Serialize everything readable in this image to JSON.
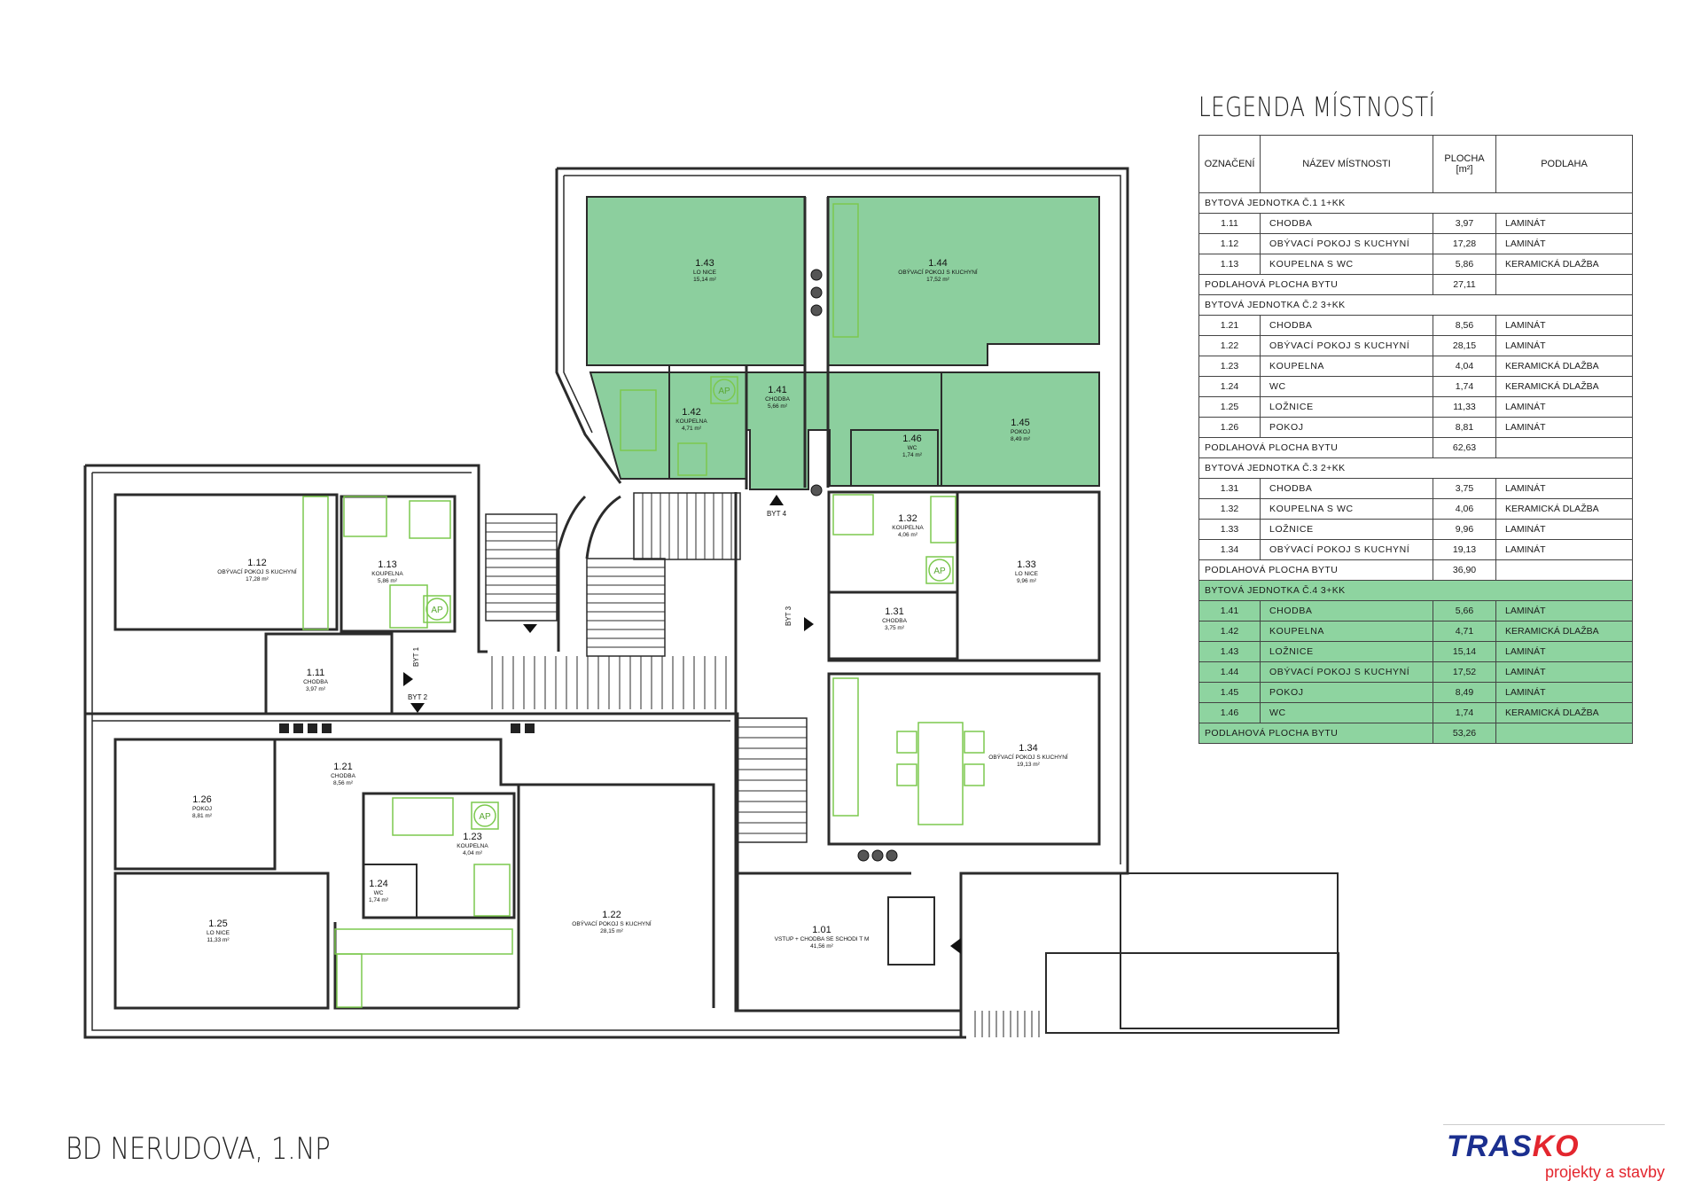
{
  "colors": {
    "highlight_green": "#8ed4a0",
    "room_fill_green": "#8ccf9e",
    "wall": "#2b2b2b",
    "furniture_green": "#7cc94e",
    "logo_blue": "#1b2f8f",
    "logo_red": "#e3262e"
  },
  "legend": {
    "title": "LEGENDA MÍSTNOSTÍ",
    "headers": {
      "code": "OZNAČENÍ",
      "name": "NÁZEV MÍSTNOSTI",
      "area": "PLOCHA",
      "area_unit": "[m²]",
      "floor": "PODLAHA"
    },
    "units": [
      {
        "title": "BYTOVÁ JEDNOTKA Č.1 1+KK",
        "highlight": false,
        "rooms": [
          {
            "code": "1.11",
            "name": "CHODBA",
            "area": "3,97",
            "floor": "LAMINÁT"
          },
          {
            "code": "1.12",
            "name": "OBÝVACÍ POKOJ S KUCHYNÍ",
            "area": "17,28",
            "floor": "LAMINÁT"
          },
          {
            "code": "1.13",
            "name": "KOUPELNA S WC",
            "area": "5,86",
            "floor": "KERAMICKÁ DLAŽBA"
          }
        ],
        "total_label": "PODLAHOVÁ PLOCHA BYTU",
        "total": "27,11"
      },
      {
        "title": "BYTOVÁ JEDNOTKA Č.2 3+KK",
        "highlight": false,
        "rooms": [
          {
            "code": "1.21",
            "name": "CHODBA",
            "area": "8,56",
            "floor": "LAMINÁT"
          },
          {
            "code": "1.22",
            "name": "OBÝVACÍ POKOJ S KUCHYNÍ",
            "area": "28,15",
            "floor": "LAMINÁT"
          },
          {
            "code": "1.23",
            "name": "KOUPELNA",
            "area": "4,04",
            "floor": "KERAMICKÁ DLAŽBA"
          },
          {
            "code": "1.24",
            "name": "WC",
            "area": "1,74",
            "floor": "KERAMICKÁ DLAŽBA"
          },
          {
            "code": "1.25",
            "name": "LOŽNICE",
            "area": "11,33",
            "floor": "LAMINÁT"
          },
          {
            "code": "1.26",
            "name": "POKOJ",
            "area": "8,81",
            "floor": "LAMINÁT"
          }
        ],
        "total_label": "PODLAHOVÁ PLOCHA BYTU",
        "total": "62,63"
      },
      {
        "title": "BYTOVÁ JEDNOTKA Č.3 2+KK",
        "highlight": false,
        "rooms": [
          {
            "code": "1.31",
            "name": "CHODBA",
            "area": "3,75",
            "floor": "LAMINÁT"
          },
          {
            "code": "1.32",
            "name": "KOUPELNA S WC",
            "area": "4,06",
            "floor": "KERAMICKÁ DLAŽBA"
          },
          {
            "code": "1.33",
            "name": "LOŽNICE",
            "area": "9,96",
            "floor": "LAMINÁT"
          },
          {
            "code": "1.34",
            "name": "OBÝVACÍ POKOJ S KUCHYNÍ",
            "area": "19,13",
            "floor": "LAMINÁT"
          }
        ],
        "total_label": "PODLAHOVÁ PLOCHA BYTU",
        "total": "36,90"
      },
      {
        "title": "BYTOVÁ JEDNOTKA Č.4 3+KK",
        "highlight": true,
        "rooms": [
          {
            "code": "1.41",
            "name": "CHODBA",
            "area": "5,66",
            "floor": "LAMINÁT"
          },
          {
            "code": "1.42",
            "name": "KOUPELNA",
            "area": "4,71",
            "floor": "KERAMICKÁ DLAŽBA"
          },
          {
            "code": "1.43",
            "name": "LOŽNICE",
            "area": "15,14",
            "floor": "LAMINÁT"
          },
          {
            "code": "1.44",
            "name": "OBÝVACÍ POKOJ S KUCHYNÍ",
            "area": "17,52",
            "floor": "LAMINÁT"
          },
          {
            "code": "1.45",
            "name": "POKOJ",
            "area": "8,49",
            "floor": "LAMINÁT"
          },
          {
            "code": "1.46",
            "name": "WC",
            "area": "1,74",
            "floor": "KERAMICKÁ DLAŽBA"
          }
        ],
        "total_label": "PODLAHOVÁ PLOCHA BYTU",
        "total": "53,26"
      }
    ]
  },
  "plan": {
    "rooms": [
      {
        "code": "1.11",
        "name": "CHODBA",
        "area": "3,97 m²"
      },
      {
        "code": "1.12",
        "name": "OBÝVACÍ POKOJ S KUCHYNÍ",
        "area": "17,28 m²"
      },
      {
        "code": "1.13",
        "name": "KOUPELNA",
        "area": "5,86 m²"
      },
      {
        "code": "1.21",
        "name": "CHODBA",
        "area": "8,56 m²"
      },
      {
        "code": "1.22",
        "name": "OBÝVACÍ POKOJ S KUCHYNÍ",
        "area": "28,15 m²"
      },
      {
        "code": "1.23",
        "name": "KOUPELNA",
        "area": "4,04 m²"
      },
      {
        "code": "1.24",
        "name": "WC",
        "area": "1,74 m²"
      },
      {
        "code": "1.25",
        "name": "LO NICE",
        "area": "11,33 m²"
      },
      {
        "code": "1.26",
        "name": "POKOJ",
        "area": "8,81 m²"
      },
      {
        "code": "1.31",
        "name": "CHODBA",
        "area": "3,75 m²"
      },
      {
        "code": "1.32",
        "name": "KOUPELNA",
        "area": "4,06 m²"
      },
      {
        "code": "1.33",
        "name": "LO NICE",
        "area": "9,96 m²"
      },
      {
        "code": "1.34",
        "name": "OBÝVACÍ POKOJ S KUCHYNÍ",
        "area": "19,13 m²"
      },
      {
        "code": "1.41",
        "name": "CHODBA",
        "area": "5,66 m²"
      },
      {
        "code": "1.42",
        "name": "KOUPELNA",
        "area": "4,71 m²"
      },
      {
        "code": "1.43",
        "name": "LO NICE",
        "area": "15,14 m²"
      },
      {
        "code": "1.44",
        "name": "OBÝVACÍ POKOJ S KUCHYNÍ",
        "area": "17,52 m²"
      },
      {
        "code": "1.45",
        "name": "POKOJ",
        "area": "8,49 m²"
      },
      {
        "code": "1.46",
        "name": "WC",
        "area": "1,74 m²"
      },
      {
        "code": "1.01",
        "name": "VSTUP + CHODBA SE SCHODI T M",
        "area": "41,56 m²"
      }
    ],
    "entries": {
      "byt1": "BYT 1",
      "byt2": "BYT 2",
      "byt3": "BYT 3",
      "byt4": "BYT 4"
    },
    "ap_label": "AP"
  },
  "footer": {
    "project_title": "BD NERUDOVA, 1.NP",
    "logo_part1": "TRAS",
    "logo_part2": "KO",
    "logo_subtitle": "projekty a stavby"
  }
}
